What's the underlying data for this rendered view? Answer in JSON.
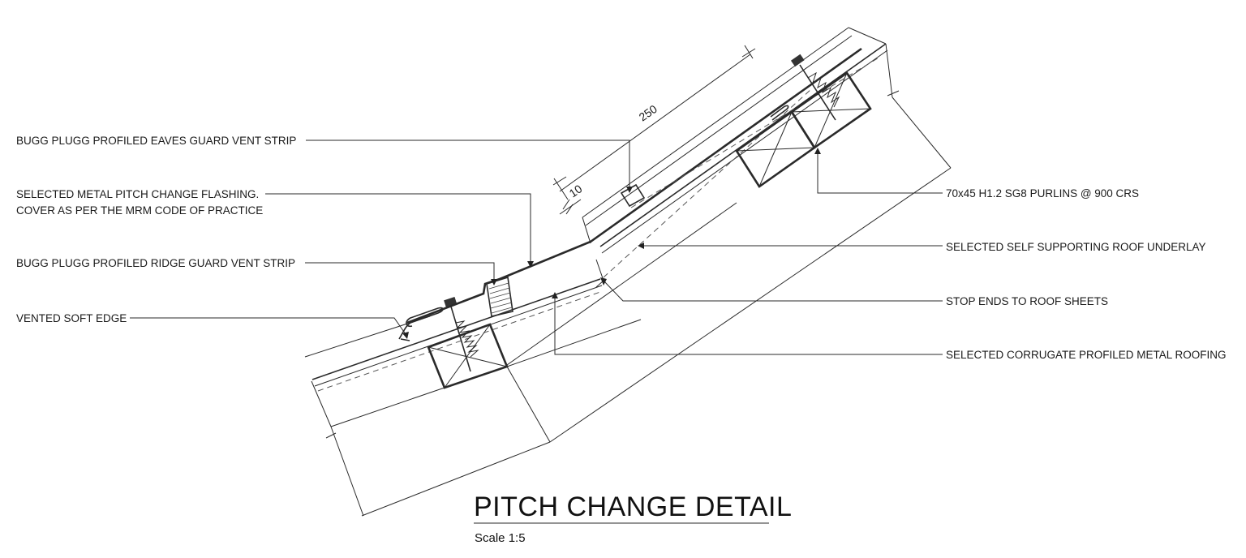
{
  "title": "PITCH CHANGE DETAIL",
  "scale": "Scale 1:5",
  "dimensions": {
    "length": "250",
    "offset": "10"
  },
  "labels": {
    "eaves_vent_strip": "BUGG PLUGG PROFILED EAVES GUARD VENT STRIP",
    "flashing_line1": "SELECTED METAL PITCH CHANGE FLASHING.",
    "flashing_line2": "COVER AS PER THE MRM CODE OF PRACTICE",
    "ridge_vent_strip": "BUGG PLUGG PROFILED RIDGE GUARD VENT STRIP",
    "soft_edge": "VENTED SOFT EDGE",
    "purlins": "70x45 H1.2 SG8 PURLINS @ 900 CRS",
    "underlay": "SELECTED SELF SUPPORTING ROOF UNDERLAY",
    "stop_ends": "STOP ENDS TO ROOF SHEETS",
    "roofing": "SELECTED CORRUGATE PROFILED METAL ROOFING"
  }
}
